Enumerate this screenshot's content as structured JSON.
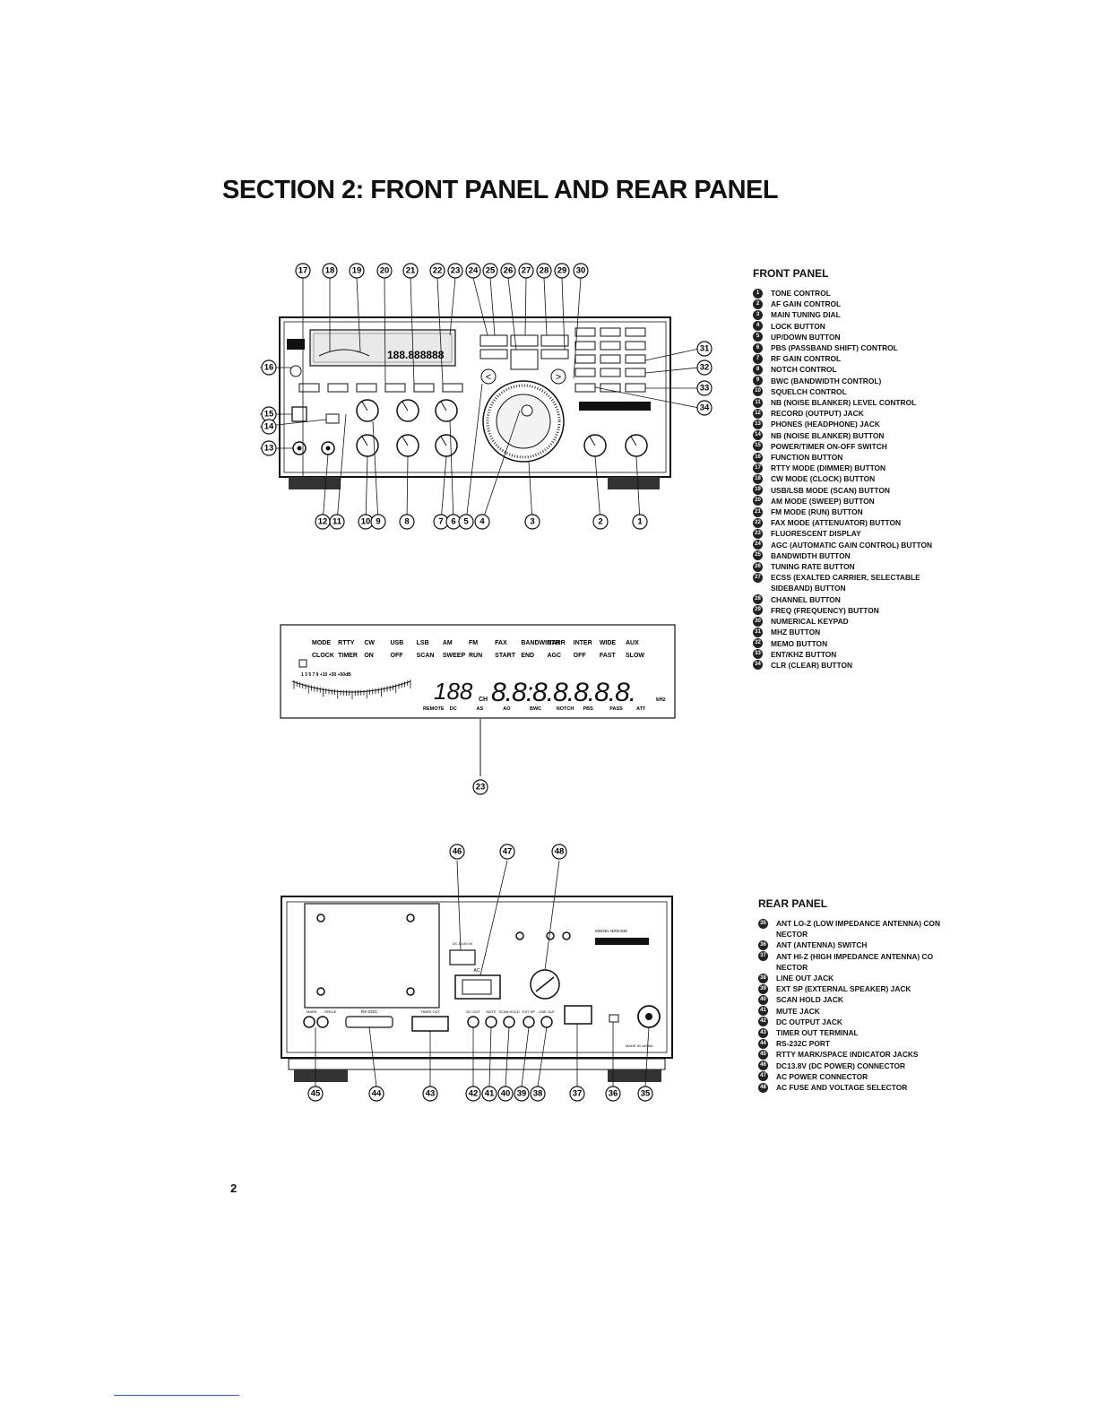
{
  "section_title": "SECTION 2:  FRONT PANEL AND REAR PANEL",
  "front_panel": {
    "heading": "FRONT PANEL",
    "items": [
      {
        "n": "1",
        "label": "TONE CONTROL"
      },
      {
        "n": "2",
        "label": "AF GAIN CONTROL"
      },
      {
        "n": "3",
        "label": "MAIN TUNING DIAL"
      },
      {
        "n": "4",
        "label": "LOCK BUTTON"
      },
      {
        "n": "5",
        "label": "UP/DOWN BUTTON"
      },
      {
        "n": "6",
        "label": "PBS (PASSBAND SHIFT) CONTROL"
      },
      {
        "n": "7",
        "label": "RF GAIN CONTROL"
      },
      {
        "n": "8",
        "label": "NOTCH CONTROL"
      },
      {
        "n": "9",
        "label": "BWC (BANDWIDTH CONTROL)"
      },
      {
        "n": "10",
        "label": "SQUELCH CONTROL"
      },
      {
        "n": "11",
        "label": "NB (NOISE BLANKER) LEVEL CONTROL"
      },
      {
        "n": "12",
        "label": "RECORD (OUTPUT) JACK"
      },
      {
        "n": "13",
        "label": "PHONES (HEADPHONE) JACK"
      },
      {
        "n": "14",
        "label": "NB (NOISE BLANKER) BUTTON"
      },
      {
        "n": "15",
        "label": "POWER/TIMER ON-OFF SWITCH"
      },
      {
        "n": "16",
        "label": "FUNCTION BUTTON"
      },
      {
        "n": "17",
        "label": "RTTY MODE (DIMMER) BUTTON"
      },
      {
        "n": "18",
        "label": "CW MODE (CLOCK) BUTTON"
      },
      {
        "n": "19",
        "label": "USB/LSB MODE (SCAN) BUTTON"
      },
      {
        "n": "20",
        "label": "AM MODE (SWEEP) BUTTON"
      },
      {
        "n": "21",
        "label": "FM MODE (RUN) BUTTON"
      },
      {
        "n": "22",
        "label": "FAX MODE (ATTENUATOR) BUTTON"
      },
      {
        "n": "23",
        "label": "FLUORESCENT DISPLAY"
      },
      {
        "n": "24",
        "label": "AGC (AUTOMATIC GAIN CONTROL) BUTTON"
      },
      {
        "n": "25",
        "label": "BANDWIDTH BUTTON"
      },
      {
        "n": "26",
        "label": "TUNING RATE BUTTON"
      },
      {
        "n": "27",
        "label": "ECSS (EXALTED CARRIER, SELECTABLE"
      },
      {
        "n": "",
        "label": "SIDEBAND) BUTTON"
      },
      {
        "n": "28",
        "label": "CHANNEL BUTTON"
      },
      {
        "n": "29",
        "label": "FREQ (FREQUENCY) BUTTON"
      },
      {
        "n": "30",
        "label": "NUMERICAL KEYPAD"
      },
      {
        "n": "31",
        "label": "MHz BUTTON"
      },
      {
        "n": "32",
        "label": "MEMO BUTTON"
      },
      {
        "n": "33",
        "label": "ENT/kHz BUTTON"
      },
      {
        "n": "34",
        "label": "CLR (CLEAR) BUTTON"
      }
    ]
  },
  "rear_panel": {
    "heading": "REAR PANEL",
    "items": [
      {
        "n": "35",
        "label": "ANT Lo-Z (LOW IMPEDANCE ANTENNA) CON"
      },
      {
        "n": "",
        "label": "NECTOR"
      },
      {
        "n": "36",
        "label": "ANT (ANTENNA) SWITCH"
      },
      {
        "n": "37",
        "label": "ANT Hi-Z (HIGH IMPEDANCE ANTENNA) CO"
      },
      {
        "n": "",
        "label": "NECTOR"
      },
      {
        "n": "38",
        "label": "LINE OUT JACK"
      },
      {
        "n": "39",
        "label": "EXT SP (EXTERNAL SPEAKER) JACK"
      },
      {
        "n": "40",
        "label": "SCAN HOLD JACK"
      },
      {
        "n": "41",
        "label": "MUTE JACK"
      },
      {
        "n": "42",
        "label": "DC OUTPUT JACK"
      },
      {
        "n": "43",
        "label": "TIMER OUT TERMINAL"
      },
      {
        "n": "44",
        "label": "RS-232C PORT"
      },
      {
        "n": "45",
        "label": "RTTY MARK/SPACE INDICATOR JACKS"
      },
      {
        "n": "46",
        "label": "DC13.8V (DC POWER) CONNECTOR"
      },
      {
        "n": "47",
        "label": "AC POWER CONNECTOR"
      },
      {
        "n": "48",
        "label": "AC FUSE AND VOLTAGE SELECTOR"
      }
    ]
  },
  "display": {
    "top_row_1": [
      "MODE",
      "RTTY",
      "CW",
      "USB",
      "LSB",
      "AM",
      "FM",
      "FAX",
      "BANDWIDTH",
      "NARR",
      "INTER",
      "WIDE",
      "AUX"
    ],
    "top_row_2": [
      "CLOCK",
      "TIMER",
      "ON",
      "OFF",
      "SCAN",
      "SWEEP",
      "RUN",
      "START",
      "END",
      "AGC",
      "OFF",
      "FAST",
      "SLOW"
    ],
    "channel_digits": "188",
    "ch_label": "CH",
    "freq_digits": "8.8:8.8.8.8.8.",
    "khz_label": "kHz",
    "bottom_row": [
      "REMOTE",
      "DC",
      "AS",
      "AO",
      "BWC",
      "NOTCH",
      "PBS",
      "PASS",
      "ATT"
    ],
    "meter_scale": "1  3  5  7  9  +10  +30  +50dB"
  },
  "front_callouts": {
    "top": [
      "17",
      "18",
      "19",
      "20",
      "21",
      "22",
      "23",
      "24",
      "25",
      "26",
      "27",
      "28",
      "29",
      "30"
    ],
    "left": [
      "16",
      "15",
      "14",
      "13"
    ],
    "right": [
      "31",
      "32",
      "33",
      "34"
    ],
    "bottom": [
      "12",
      "11",
      "10",
      "9",
      "8",
      "7",
      "6",
      "5",
      "4",
      "3",
      "2",
      "1"
    ]
  },
  "display_callout": "23",
  "rear_callouts": {
    "top": [
      "46",
      "47",
      "48"
    ],
    "bottom": [
      "45",
      "44",
      "43",
      "42",
      "41",
      "40",
      "39",
      "38",
      "37",
      "36",
      "35"
    ]
  },
  "rear_labels": {
    "mark": "MARK",
    "space": "SPACE",
    "rs232": "RS-232C",
    "timer_out": "TIMER OUT",
    "dc_in": "DC 13.8V IN",
    "ac": "AC",
    "dc_out": "DC OUT",
    "mute": "MUTE",
    "scan_hold": "SCAN HOLD",
    "ext_sp": "EXT SP",
    "line_out": "LINE OUT",
    "model": "MODEL NRD-535",
    "made_in": "MADE IN JAPAN"
  },
  "page_number": "2"
}
